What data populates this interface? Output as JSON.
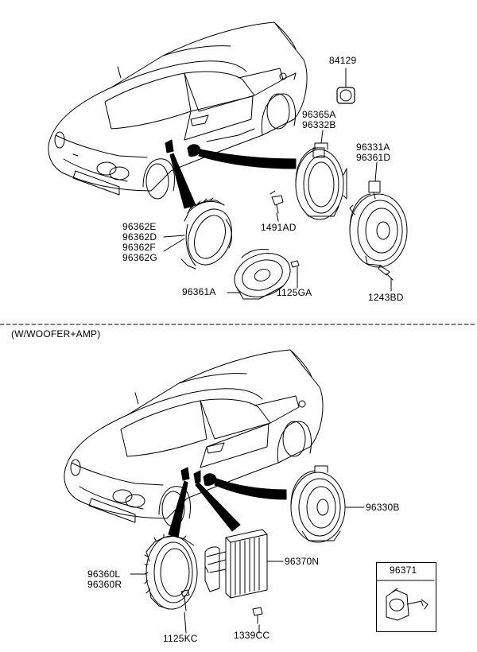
{
  "top_section": {
    "part_84129": "84129",
    "part_96365A": "96365A",
    "part_96332B": "96332B",
    "part_96331A": "96331A",
    "part_96361D": "96361D",
    "part_96362E": "96362E",
    "part_96362D": "96362D",
    "part_96362F": "96362F",
    "part_96362G": "96362G",
    "part_1491AD": "1491AD",
    "part_96361A": "96361A",
    "part_1125GA": "1125GA",
    "part_1243BD": "1243BD"
  },
  "bottom_section": {
    "heading": "(W/WOOFER+AMP)",
    "part_96330B": "96330B",
    "part_96370N": "96370N",
    "part_96360L": "96360L",
    "part_96360R": "96360R",
    "part_1125KC": "1125KC",
    "part_1339CC": "1339CC",
    "part_96371": "96371"
  }
}
